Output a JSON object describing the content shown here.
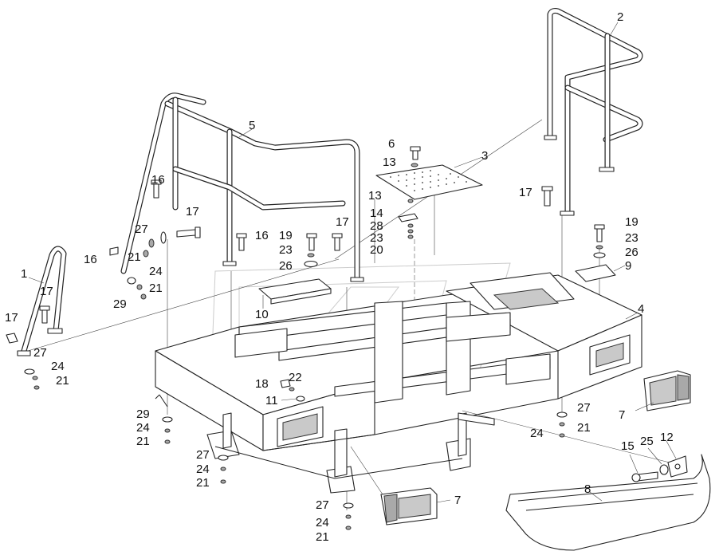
{
  "callouts": [
    {
      "id": "c1",
      "text": "1"
    },
    {
      "id": "c2",
      "text": "2"
    },
    {
      "id": "c3",
      "text": "3"
    },
    {
      "id": "c4",
      "text": "4"
    },
    {
      "id": "c5",
      "text": "5"
    },
    {
      "id": "c6",
      "text": "6"
    },
    {
      "id": "c7a",
      "text": "7"
    },
    {
      "id": "c7b",
      "text": "7"
    },
    {
      "id": "c8",
      "text": "8"
    },
    {
      "id": "c9",
      "text": "9"
    },
    {
      "id": "c10",
      "text": "10"
    },
    {
      "id": "c11",
      "text": "11"
    },
    {
      "id": "c12",
      "text": "12"
    },
    {
      "id": "c13a",
      "text": "13"
    },
    {
      "id": "c13b",
      "text": "13"
    },
    {
      "id": "c14",
      "text": "14"
    },
    {
      "id": "c15",
      "text": "15"
    },
    {
      "id": "c16a",
      "text": "16"
    },
    {
      "id": "c16b",
      "text": "16"
    },
    {
      "id": "c16c",
      "text": "16"
    },
    {
      "id": "c17a",
      "text": "17"
    },
    {
      "id": "c17b",
      "text": "17"
    },
    {
      "id": "c17c",
      "text": "17"
    },
    {
      "id": "c17d",
      "text": "17"
    },
    {
      "id": "c17e",
      "text": "17"
    },
    {
      "id": "c18",
      "text": "18"
    },
    {
      "id": "c19a",
      "text": "19"
    },
    {
      "id": "c19b",
      "text": "19"
    },
    {
      "id": "c20",
      "text": "20"
    },
    {
      "id": "c21a",
      "text": "21"
    },
    {
      "id": "c21b",
      "text": "21"
    },
    {
      "id": "c21c",
      "text": "21"
    },
    {
      "id": "c21d",
      "text": "21"
    },
    {
      "id": "c21e",
      "text": "21"
    },
    {
      "id": "c21f",
      "text": "21"
    },
    {
      "id": "c21g",
      "text": "21"
    },
    {
      "id": "c22",
      "text": "22"
    },
    {
      "id": "c23a",
      "text": "23"
    },
    {
      "id": "c23b",
      "text": "23"
    },
    {
      "id": "c23c",
      "text": "23"
    },
    {
      "id": "c24a",
      "text": "24"
    },
    {
      "id": "c24b",
      "text": "24"
    },
    {
      "id": "c24c",
      "text": "24"
    },
    {
      "id": "c24d",
      "text": "24"
    },
    {
      "id": "c24e",
      "text": "24"
    },
    {
      "id": "c24f",
      "text": "24"
    },
    {
      "id": "c25",
      "text": "25"
    },
    {
      "id": "c26a",
      "text": "26"
    },
    {
      "id": "c26b",
      "text": "26"
    },
    {
      "id": "c27a",
      "text": "27"
    },
    {
      "id": "c27b",
      "text": "27"
    },
    {
      "id": "c27c",
      "text": "27"
    },
    {
      "id": "c27d",
      "text": "27"
    },
    {
      "id": "c27e",
      "text": "27"
    },
    {
      "id": "c28",
      "text": "28"
    },
    {
      "id": "c29a",
      "text": "29"
    },
    {
      "id": "c29b",
      "text": "29"
    }
  ]
}
